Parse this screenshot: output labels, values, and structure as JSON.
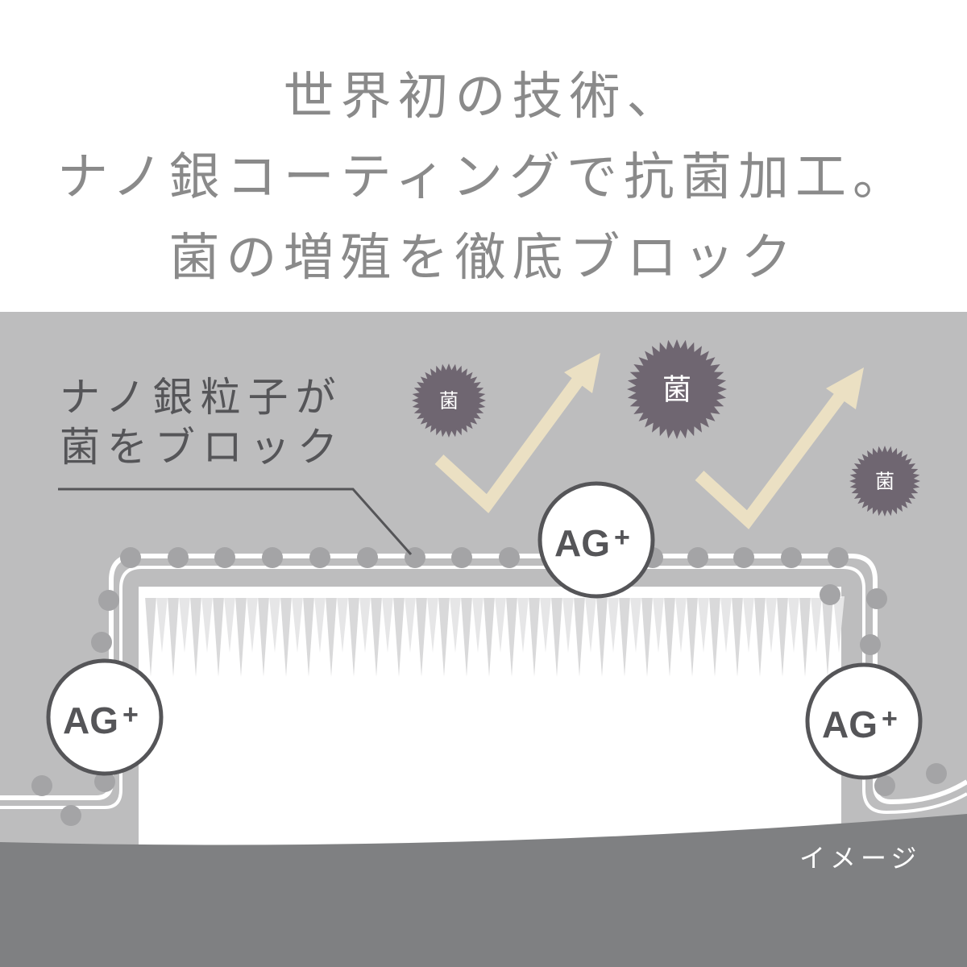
{
  "headline": {
    "line1": "世界初の技術、",
    "line2": "ナノ銀コーティングで抗菌加工。",
    "line3": "菌の増殖を徹底ブロック"
  },
  "callout": {
    "line1": "ナノ銀粒子が",
    "line2": "菌をブロック"
  },
  "badges": {
    "silver": "AG",
    "silver_sup": "+"
  },
  "germs": {
    "label": "菌"
  },
  "note": "イメージ",
  "colors": {
    "background_panel": "#bdbdbe",
    "ground": "#7f8082",
    "germ": "#6f6671",
    "arrow": "#ebe0c3",
    "particle": "#a4a4a6",
    "headline_text": "#8a8a8a",
    "callout_text": "#555558"
  }
}
